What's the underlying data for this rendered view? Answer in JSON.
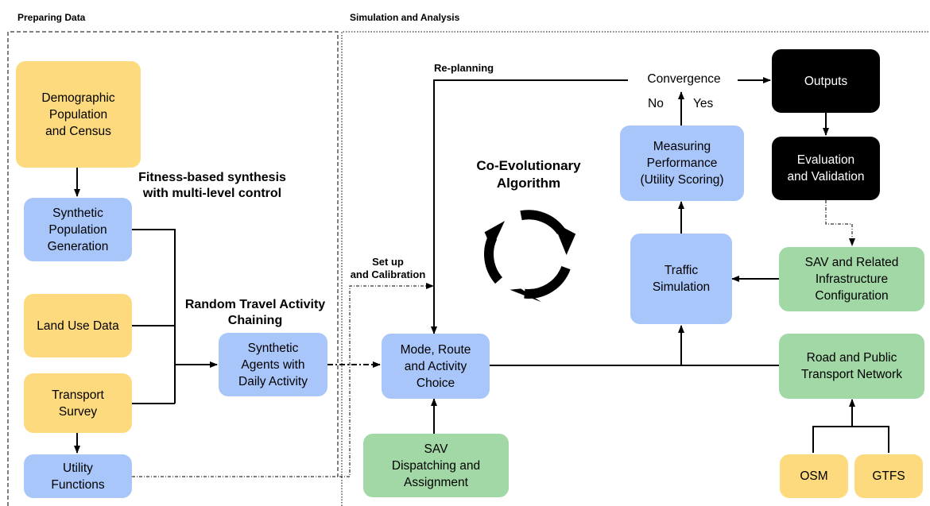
{
  "sections": {
    "left": "Preparing Data",
    "right": "Simulation and Analysis"
  },
  "boxes": {
    "demographic": "Demographic\nPopulation\nand Census",
    "synthetic_population": "Synthetic\nPopulation\nGeneration",
    "land_use": "Land Use Data",
    "transport_survey": "Transport\nSurvey",
    "utility_functions": "Utility\nFunctions",
    "synthetic_agents": "Synthetic\nAgents with\nDaily Activity",
    "mode_route": "Mode, Route\nand Activity\nChoice",
    "sav_dispatching": "SAV\nDispatching and\nAssignment",
    "traffic_simulation": "Traffic\nSimulation",
    "measuring_performance": "Measuring\nPerformance\n(Utility Scoring)",
    "outputs": "Outputs",
    "evaluation": "Evaluation\nand Validation",
    "sav_infrastructure": "SAV and Related\nInfrastructure\nConfiguration",
    "road_network": "Road and Public\nTransport Network",
    "osm": "OSM",
    "gtfs": "GTFS"
  },
  "labels": {
    "fitness": "Fitness-based synthesis\nwith multi-level control",
    "random_travel": "Random Travel Activity\nChaining",
    "setup": "Set up\nand Calibration",
    "replanning": "Re-planning",
    "coevolution": "Co-Evolutionary\nAlgorithm",
    "convergence": "Convergence",
    "no": "No",
    "yes": "Yes"
  },
  "colors": {
    "input_data": "#FDDA7E",
    "process": "#A9C6FA",
    "sav_related": "#A1D8A5",
    "outputs": "#000000"
  }
}
